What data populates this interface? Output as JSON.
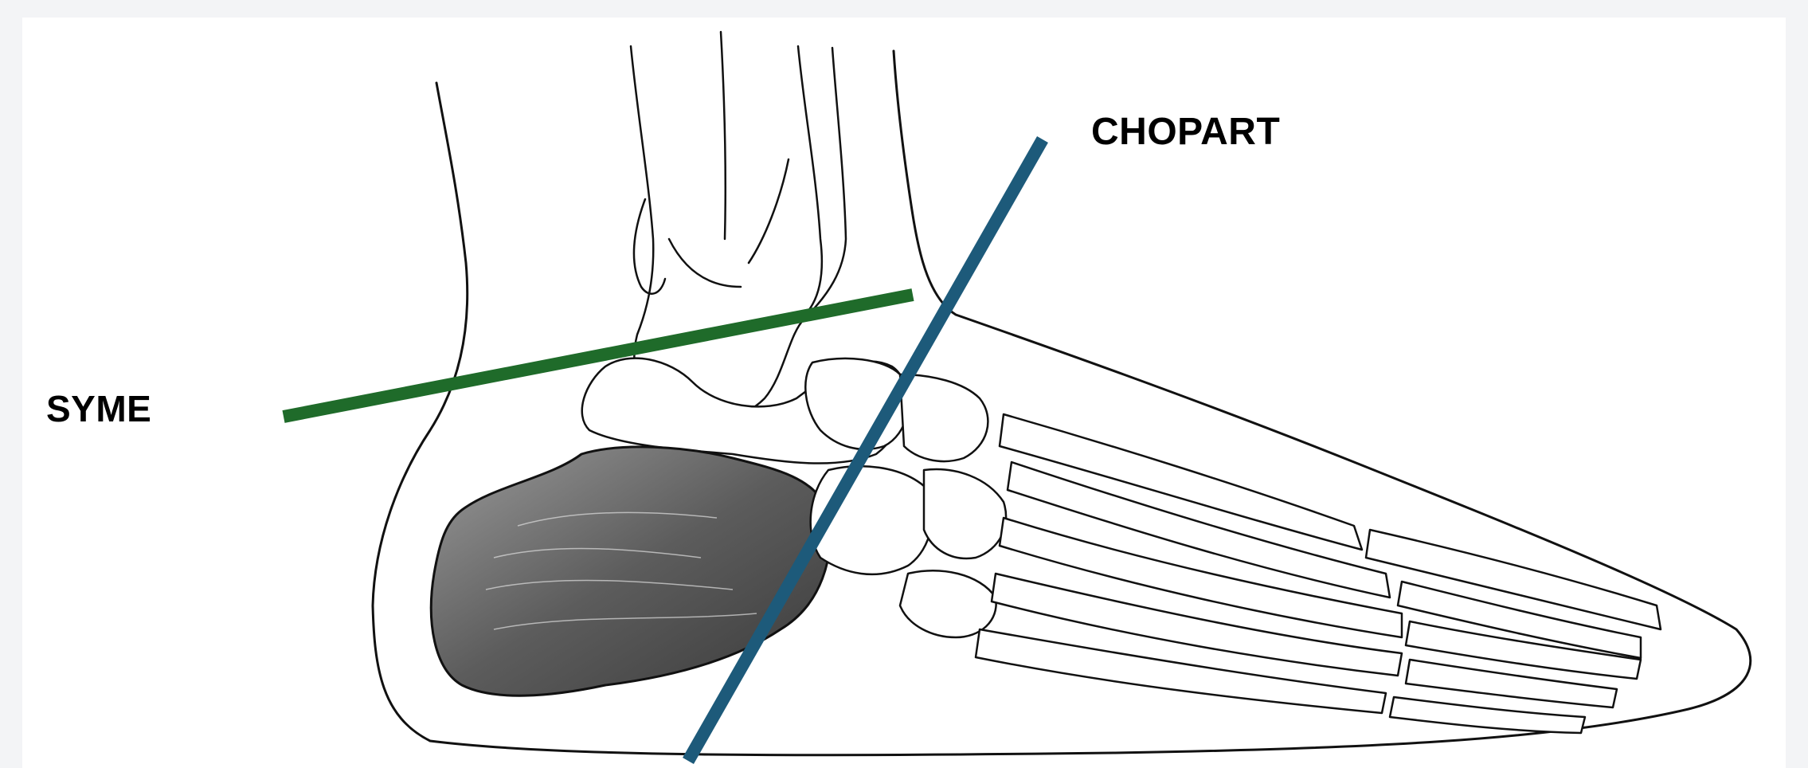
{
  "labels": {
    "syme": "SYME",
    "chopart": "CHOPART"
  },
  "colors": {
    "syme_line": "#1f6b2a",
    "chopart_line": "#1d5a7a",
    "outline": "#111111",
    "calcaneus_shade": "#7a7a7a",
    "background": "#f3f4f6",
    "panel": "#ffffff"
  },
  "icons": {
    "illustration": "foot-skeleton-lateral-view"
  }
}
